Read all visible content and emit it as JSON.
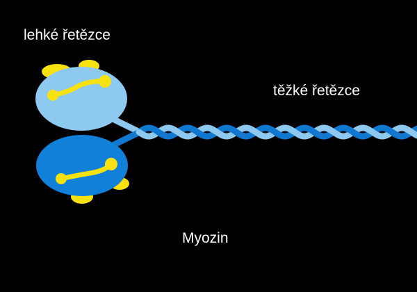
{
  "labels": {
    "light_chains": "lehké řetězce",
    "heavy_chains": "těžké řetězce",
    "title": "Myozin"
  },
  "colors": {
    "background": "#000000",
    "head_light": "#8ec9f1",
    "head_dark": "#1080d8",
    "strand_light": "#8fc8ef",
    "strand_dark": "#1078cf",
    "light_chain": "#f7e10f",
    "text": "#ffffff"
  }
}
